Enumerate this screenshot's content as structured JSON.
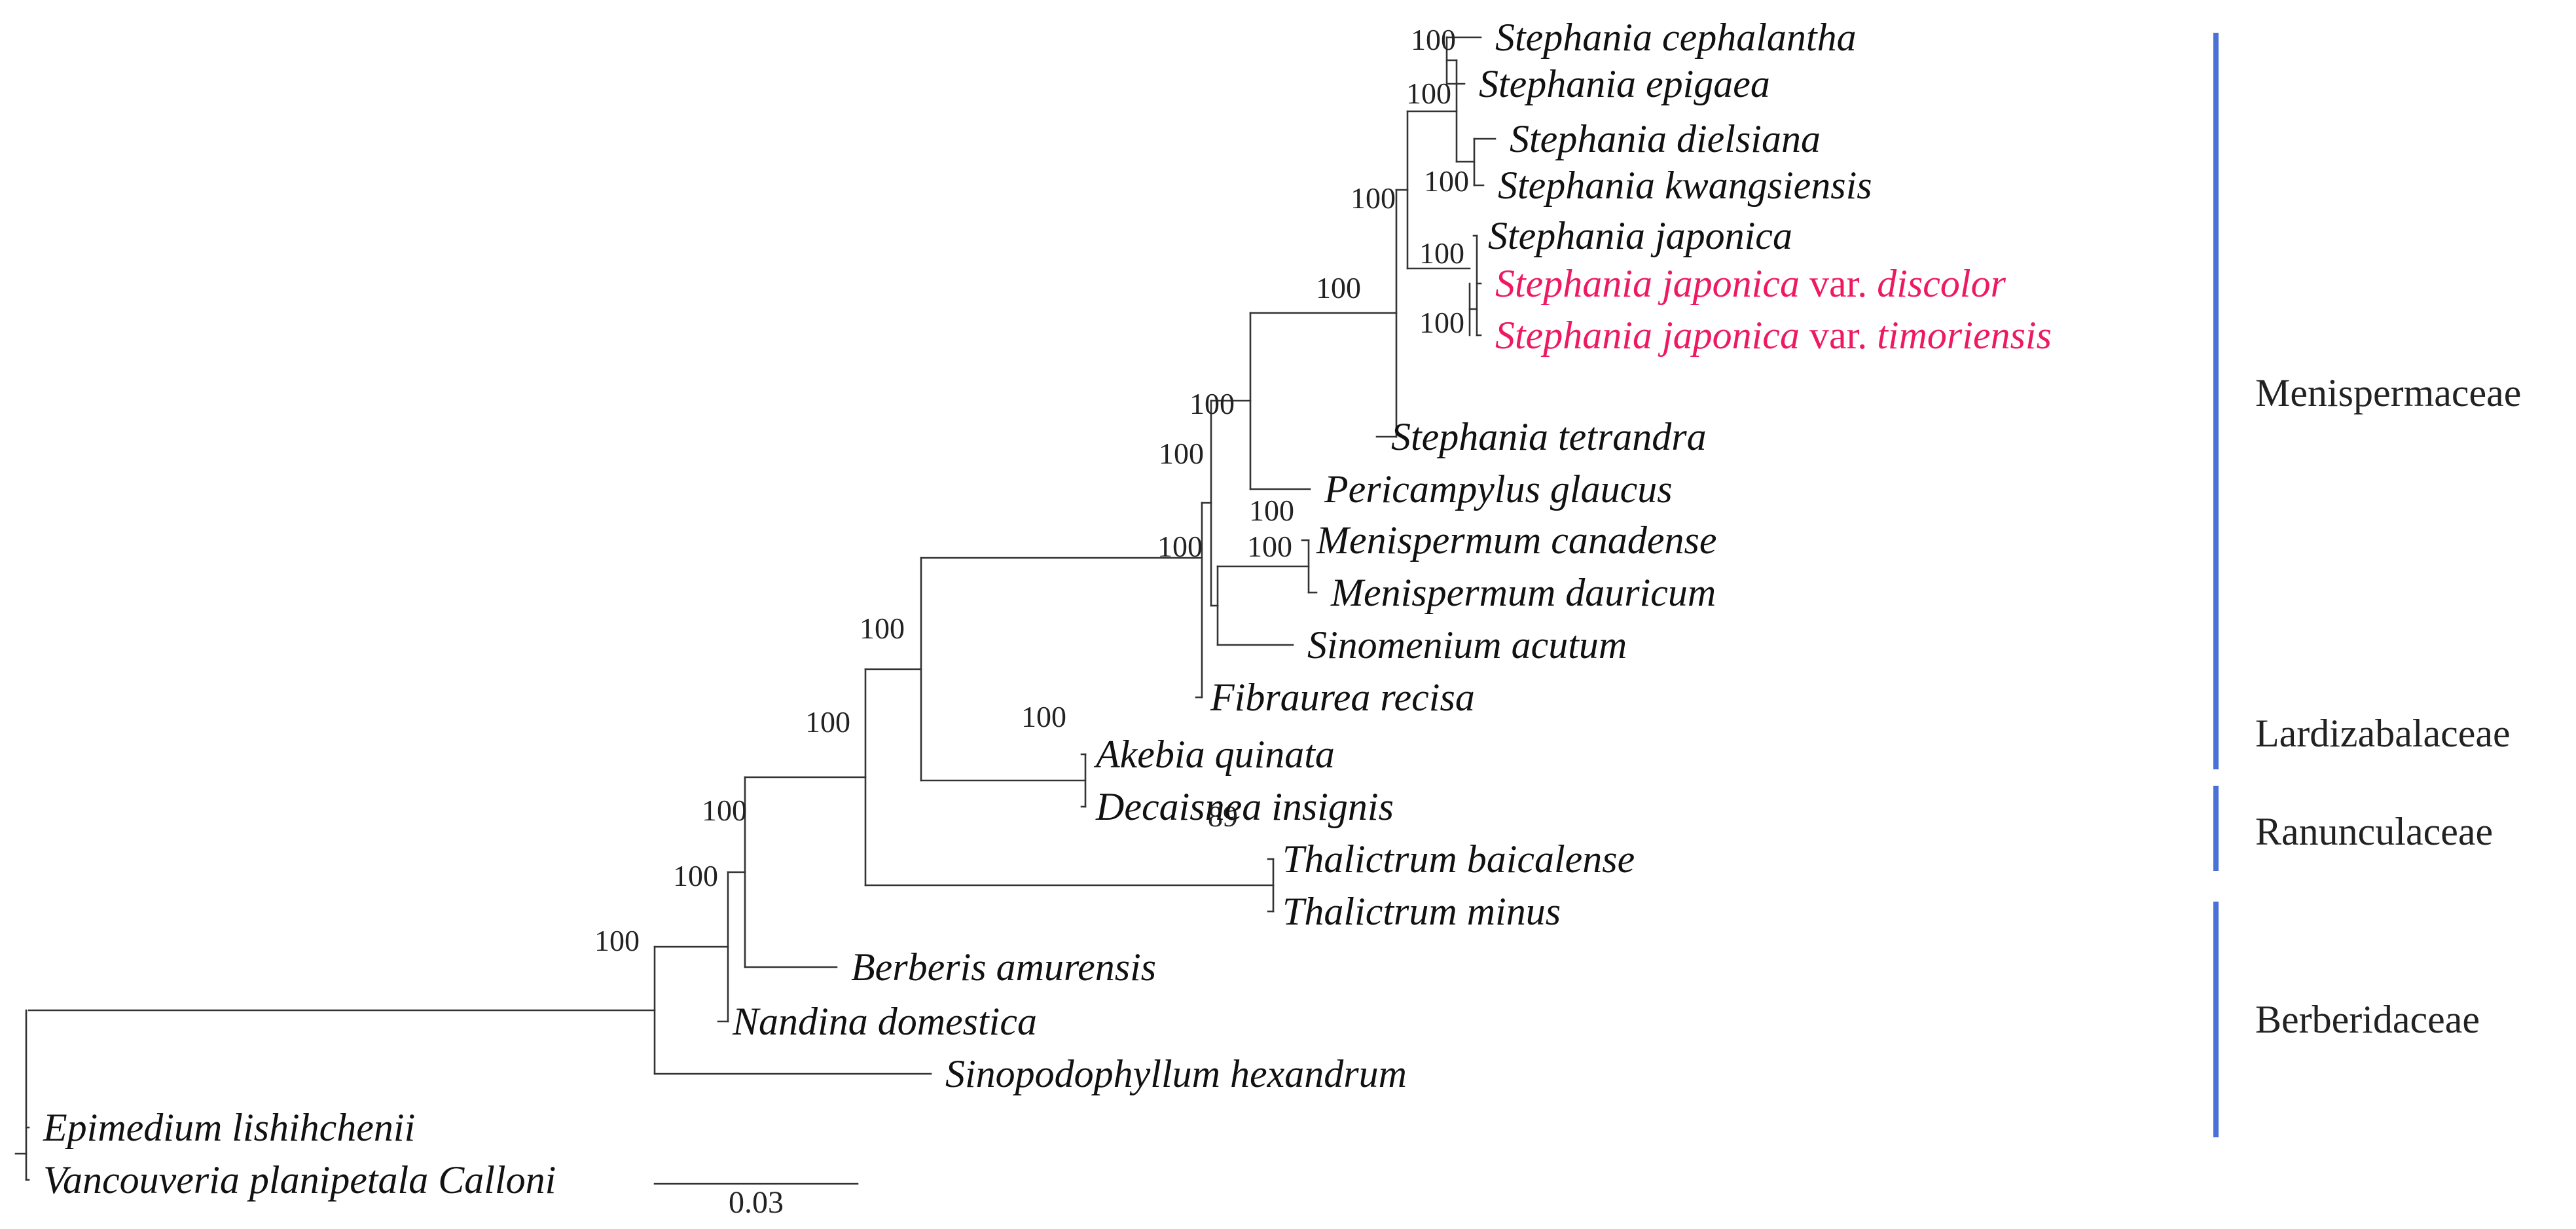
{
  "colors": {
    "text": "#111111",
    "highlight": "#ee1a61",
    "family_bar": "#4a72d6",
    "branch": "#333333"
  },
  "taxa": [
    {
      "id": "s_cephalantha",
      "label": "Stephania cephalantha"
    },
    {
      "id": "s_epigaea",
      "label": "Stephania epigaea"
    },
    {
      "id": "s_dielsiana",
      "label": "Stephania dielsiana"
    },
    {
      "id": "s_kwangsiensis",
      "label": "Stephania kwangsiensis"
    },
    {
      "id": "s_japonica",
      "label": "Stephania japonica"
    },
    {
      "id": "s_japonica_discolor",
      "label": "Stephania japonica",
      "suffix": " var. ",
      "epithet": "discolor",
      "highlight": true
    },
    {
      "id": "s_japonica_timoriensis",
      "label": "Stephania japonica",
      "suffix": " var. ",
      "epithet": "timoriensis",
      "highlight": true
    },
    {
      "id": "s_tetrandra",
      "label": "Stephania tetrandra"
    },
    {
      "id": "p_glaucus",
      "label": "Pericampylus glaucus"
    },
    {
      "id": "m_canadense",
      "label": "Menispermum canadense"
    },
    {
      "id": "m_dauricum",
      "label": "Menispermum dauricum"
    },
    {
      "id": "s_acutum",
      "label": "Sinomenium acutum"
    },
    {
      "id": "f_recisa",
      "label": "Fibraurea recisa"
    },
    {
      "id": "a_quinata",
      "label": "Akebia quinata"
    },
    {
      "id": "d_insignis",
      "label": "Decaisnea insignis"
    },
    {
      "id": "t_baicalense",
      "label": "Thalictrum baicalense"
    },
    {
      "id": "t_minus",
      "label": "Thalictrum minus"
    },
    {
      "id": "b_amurensis",
      "label": "Berberis amurensis"
    },
    {
      "id": "n_domestica",
      "label": "Nandina domestica"
    },
    {
      "id": "s_hexandrum",
      "label": "Sinopodophyllum hexandrum"
    },
    {
      "id": "e_lishihchenii",
      "label": "Epimedium lishihchenii"
    },
    {
      "id": "v_planipetala",
      "label": "Vancouveria planipetala Calloni"
    }
  ],
  "support_values": [
    "100",
    "100",
    "100",
    "100",
    "100",
    "100",
    "100",
    "100",
    "100",
    "100",
    "100",
    "100",
    "100",
    "100",
    "100",
    "89",
    "100",
    "100",
    "100"
  ],
  "families": [
    {
      "label": "Menispermaceae"
    },
    {
      "label": "Lardizabalaceae"
    },
    {
      "label": "Ranunculaceae"
    },
    {
      "label": "Berberidaceae"
    }
  ],
  "scale_bar": {
    "label": "0.03"
  }
}
